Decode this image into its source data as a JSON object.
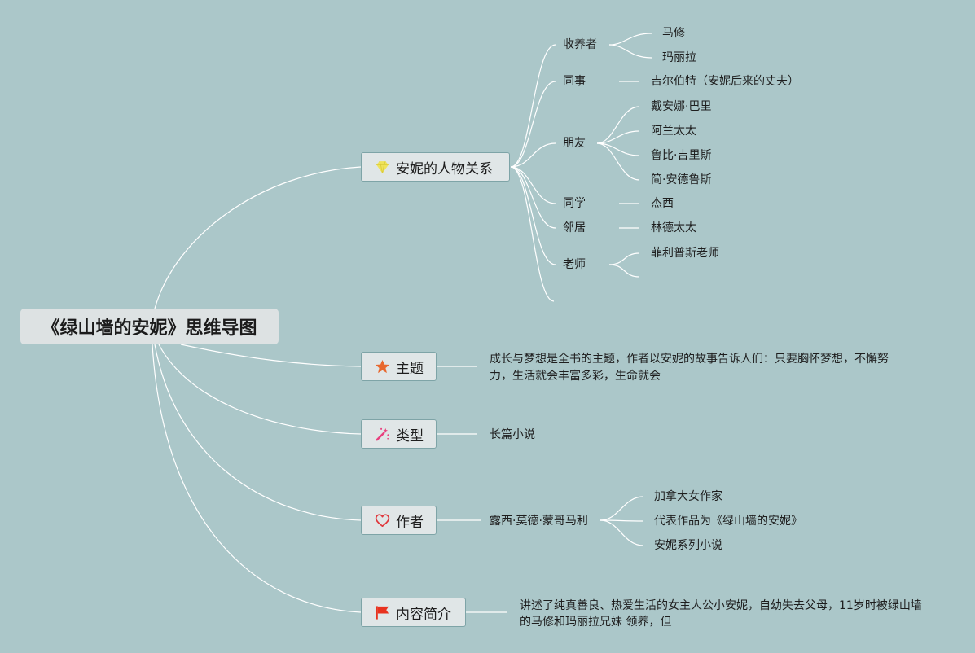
{
  "colors": {
    "background": "#abc7c9",
    "line": "#ffffff",
    "root_fill": "#dde2e3",
    "node_fill": "#e0e6e7",
    "node_border": "#7ea4a7"
  },
  "root": {
    "title": "《绿山墙的安妮》思维导图"
  },
  "relations": {
    "label": "安妮的人物关系",
    "icon": "gem-icon",
    "groups": [
      {
        "label": "收养者",
        "children": [
          "马修",
          "玛丽拉"
        ]
      },
      {
        "label": "同事",
        "children": [
          "吉尔伯特（安妮后来的丈夫）"
        ]
      },
      {
        "label": "朋友",
        "children": [
          "戴安娜·巴里",
          "阿兰太太",
          "鲁比·吉里斯",
          "简·安德鲁斯"
        ]
      },
      {
        "label": "同学",
        "children": [
          "杰西"
        ]
      },
      {
        "label": "邻居",
        "children": [
          "林德太太"
        ]
      },
      {
        "label": "老师",
        "children": [
          "菲利普斯老师"
        ]
      }
    ]
  },
  "theme": {
    "label": "主题",
    "icon": "star-icon",
    "text_lines": [
      "成长与梦想是全书的主题，作者以安妮的故事告诉人们：只要胸怀梦想，不懈努",
      "力，生活就会丰富多彩，生命就会"
    ]
  },
  "genre": {
    "label": "类型",
    "icon": "magic-wand-icon",
    "text": "长篇小说"
  },
  "author": {
    "label": "作者",
    "icon": "heart-icon",
    "name": "露西·莫德·蒙哥马利",
    "details": [
      "加拿大女作家",
      "代表作品为《绿山墙的安妮》",
      "安妮系列小说"
    ]
  },
  "summary": {
    "label": "内容简介",
    "icon": "flag-icon",
    "text_lines": [
      "讲述了纯真善良、热爱生活的女主人公小安妮，自幼失去父母，11岁时被绿山墙",
      "的马修和玛丽拉兄妹 领养，但"
    ]
  }
}
